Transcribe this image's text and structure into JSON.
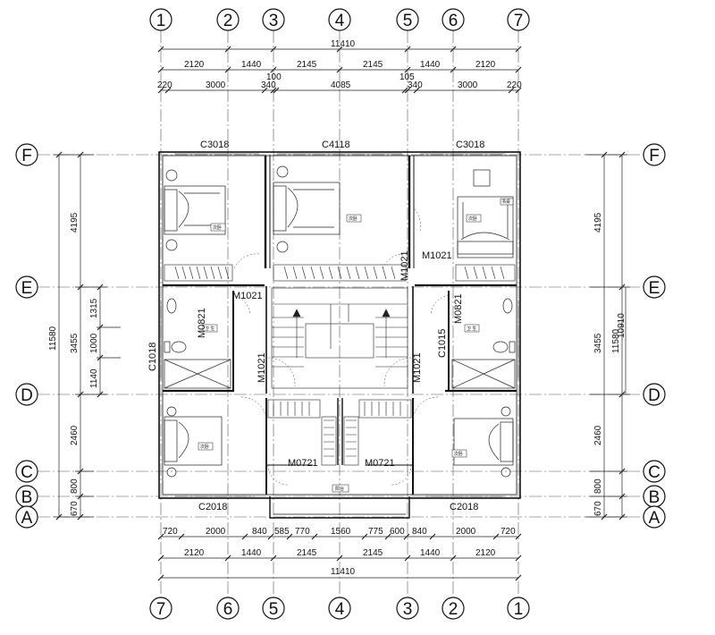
{
  "grid": {
    "top_labels": [
      "1",
      "2",
      "3",
      "4",
      "5",
      "6",
      "7"
    ],
    "bottom_labels": [
      "7",
      "6",
      "5",
      "4",
      "3",
      "2",
      "1"
    ],
    "row_labels": [
      "F",
      "E",
      "D",
      "C",
      "B",
      "A"
    ]
  },
  "dimensions": {
    "top_total": "11410",
    "top_row1": [
      "2120",
      "1440",
      "2145",
      "2145",
      "1440",
      "2120"
    ],
    "top_row2": [
      "220",
      "3000",
      "340",
      "100",
      "4085",
      "105",
      "340",
      "3000",
      "220"
    ],
    "bottom_total": "11410",
    "bottom_row1": [
      "720",
      "2000",
      "840",
      "585",
      "770",
      "1560",
      "775",
      "600",
      "840",
      "2000",
      "720"
    ],
    "bottom_row2": [
      "2120",
      "1440",
      "2145",
      "2145",
      "1440",
      "2120"
    ],
    "left_outer": "11580",
    "left_inner": [
      "4195",
      "3455",
      "2460",
      "800",
      "670"
    ],
    "left_small": [
      "1315",
      "1000",
      "1140"
    ],
    "right_outer": "11580",
    "right_overlap": "10910",
    "right_inner": [
      "4195",
      "3455",
      "2460",
      "800",
      "670"
    ]
  },
  "openings": {
    "windows": [
      "C3018",
      "C4118",
      "C3018",
      "C1018",
      "C1015",
      "C2018",
      "C2018"
    ],
    "doors": [
      "M1021",
      "M1021",
      "M1021",
      "M1021",
      "M0821",
      "M0821",
      "M0721",
      "M0721"
    ]
  },
  "rooms": {
    "bedroom": "次卧",
    "bathroom": "卫 生",
    "balcony": "阳台",
    "desk_tag": "书桌"
  }
}
